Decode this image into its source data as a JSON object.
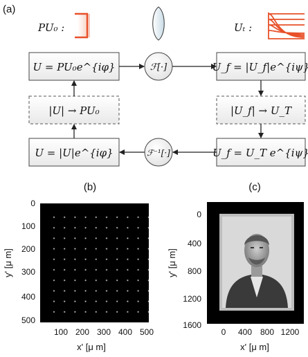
{
  "diagram": {
    "panel_label": "(a)",
    "pu0_label": "PU₀ :",
    "ut_label": "Uₜ :",
    "box_top_left": "U = PU₀e^{iφ}",
    "box_top_right": "U_f = |U_f|e^{iψ}",
    "box_mid_left": "|U| → PU₀",
    "box_mid_right": "|U_f| → U_T",
    "box_bot_left": "U = |U|e^{iφ}",
    "box_bot_right": "U_f = U_T e^{iψ}",
    "op_forward": "ℱ[·]",
    "op_inverse": "ℱ⁻¹[·]",
    "accent_color": "#e8502a"
  },
  "panel_b": {
    "panel_label": "(b)",
    "xlabel": "x' [μ m]",
    "ylabel": "y' [μ m]",
    "xticks": [
      "100",
      "200",
      "300",
      "400",
      "500"
    ],
    "yticks": [
      "0",
      "100",
      "200",
      "300",
      "400",
      "500"
    ],
    "spot_grid": 10
  },
  "panel_c": {
    "panel_label": "(c)",
    "xlabel": "x' [μ m]",
    "ylabel": "y' [μ m]",
    "xticks": [
      "0",
      "400",
      "800",
      "1200"
    ],
    "yticks": [
      "0",
      "400",
      "800",
      "1200",
      "1600"
    ]
  }
}
